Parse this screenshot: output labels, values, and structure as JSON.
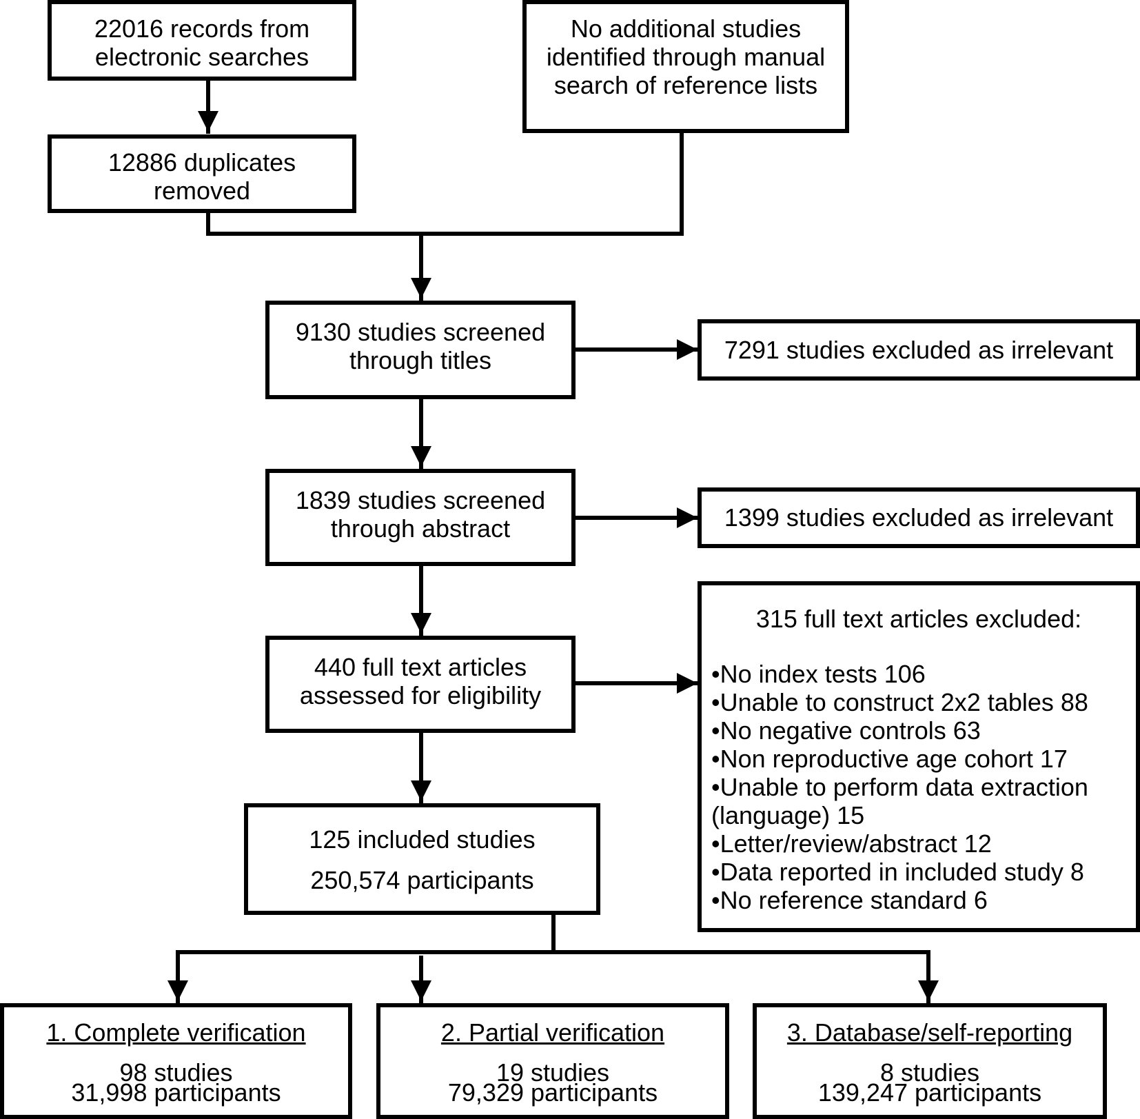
{
  "records": [
    "22016 records from",
    "electronic searches"
  ],
  "manual_search": [
    "No additional studies",
    "identified through manual",
    "search of reference lists"
  ],
  "duplicates": [
    "12886 duplicates",
    "removed"
  ],
  "titles": [
    "9130 studies screened",
    "through titles"
  ],
  "titles_excluded": "7291 studies excluded as irrelevant",
  "abstract": [
    "1839 studies screened",
    "through abstract"
  ],
  "abstract_excluded": "1399 studies excluded as irrelevant",
  "fulltext": [
    "440 full text articles",
    "assessed for eligibility"
  ],
  "fulltext_excluded": {
    "heading": "315 full text articles excluded:",
    "reasons": [
      "•No index tests 106",
      "•Unable to construct 2x2 tables 88",
      "•No negative controls 63",
      "•Non reproductive age cohort 17",
      "•Unable to perform data extraction",
      "(language) 15",
      "•Letter/review/abstract 12",
      "•Data reported in included study 8",
      "•No reference standard 6"
    ]
  },
  "included": [
    "125 included studies",
    "250,574 participants"
  ],
  "groups": [
    {
      "title": "1. Complete verification",
      "studies": "98 studies",
      "participants": "31,998 participants"
    },
    {
      "title": "2. Partial verification",
      "studies": "19 studies",
      "participants": "79,329 participants"
    },
    {
      "title": "3. Database/self-reporting",
      "studies": "8 studies",
      "participants": "139,247 participants"
    }
  ]
}
